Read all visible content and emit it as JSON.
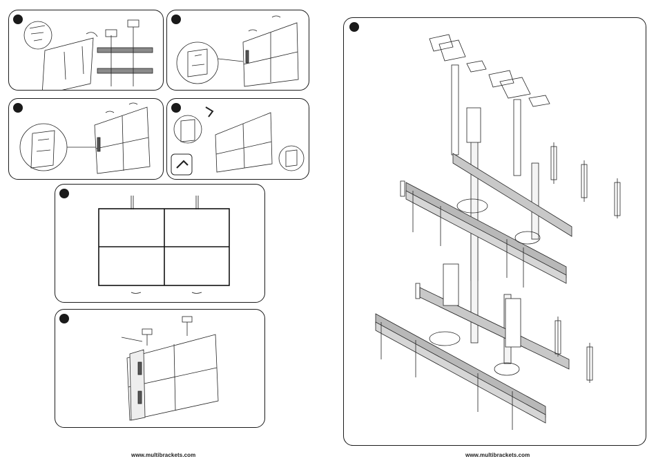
{
  "footer": {
    "left_url": "www.multibrackets.com",
    "right_url": "www.multibrackets.com"
  },
  "steps": [
    {
      "id": "step-1",
      "icon": "mount-bracket-and-rails-icon"
    },
    {
      "id": "step-2",
      "icon": "hang-screens-icon"
    },
    {
      "id": "step-3",
      "icon": "screen-lock-icon"
    },
    {
      "id": "step-4",
      "icon": "allen-key-adjust-icon"
    },
    {
      "id": "step-5",
      "icon": "screen-grid-front-view-icon"
    },
    {
      "id": "step-6",
      "icon": "ceiling-mounted-video-wall-icon"
    },
    {
      "id": "step-7",
      "icon": "exploded-assembly-icon"
    }
  ]
}
